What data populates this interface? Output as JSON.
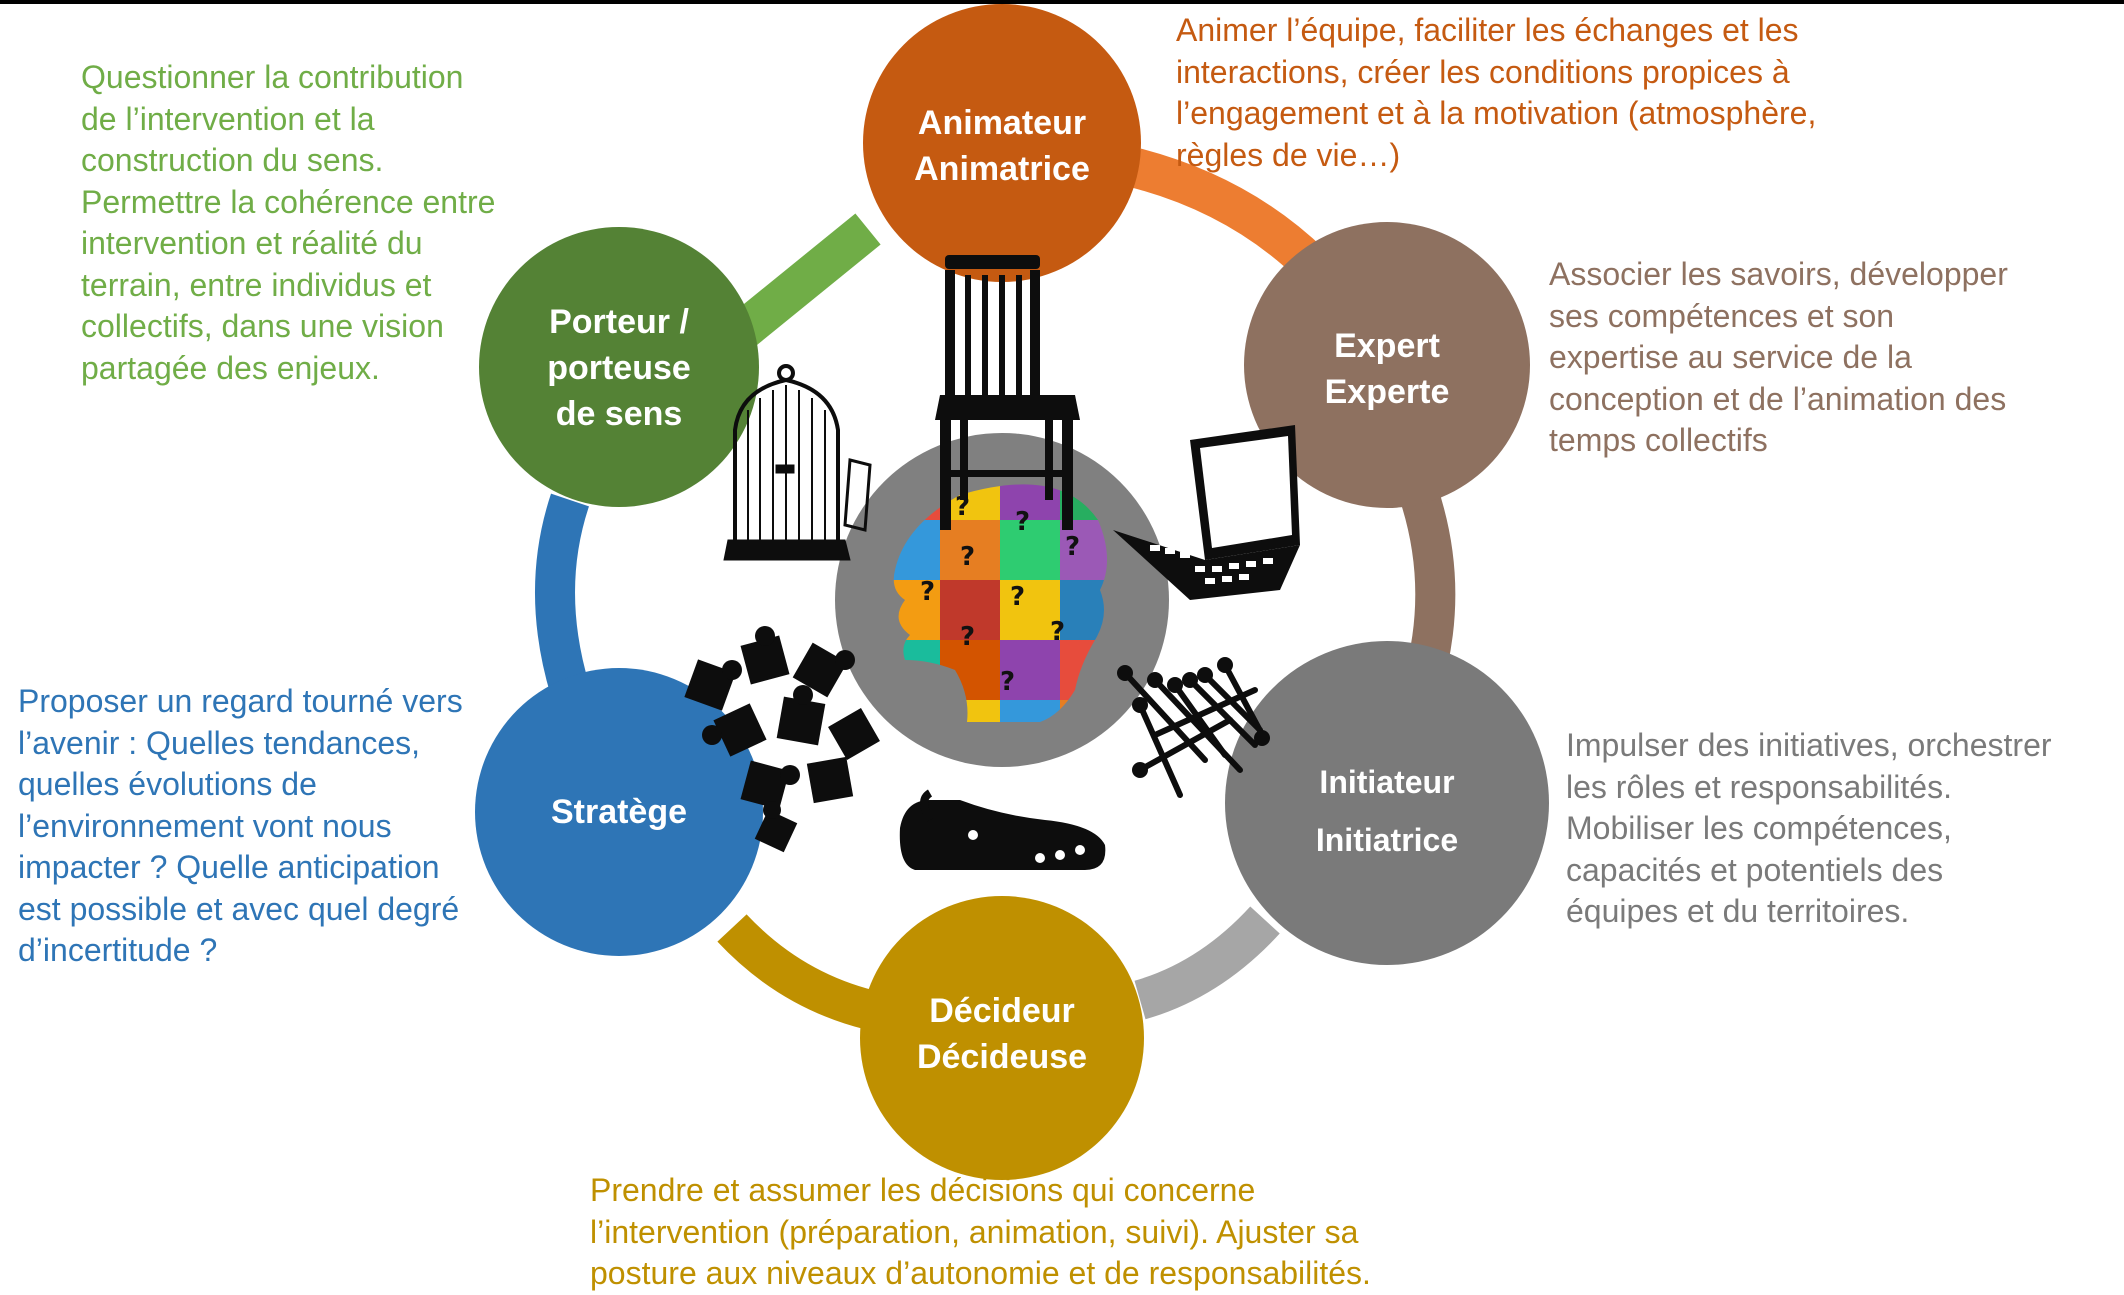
{
  "colors": {
    "animateur": "#c55a11",
    "expert": "#8e7160",
    "initiateur": "#7a7a7a",
    "decideur": "#bf9000",
    "stratege": "#2e75b6",
    "porteur": "#548235",
    "center": "#808080",
    "arc_green": "#70ad47",
    "arc_orange": "#ed7d31",
    "arc_brown": "#8e7160",
    "arc_gray": "#a6a6a6",
    "arc_gold": "#bf9000",
    "arc_blue": "#2e75b6"
  },
  "roles": {
    "animateur": {
      "lines": [
        "Animateur",
        "Animatrice"
      ]
    },
    "expert": {
      "lines": [
        "Expert",
        "Experte"
      ]
    },
    "initiateur": {
      "lines": [
        "Initiateur",
        "Initiatrice"
      ]
    },
    "decideur": {
      "lines": [
        "Décideur",
        "Décideuse"
      ]
    },
    "stratege": {
      "lines": [
        "Stratège"
      ]
    },
    "porteur": {
      "lines": [
        "Porteur /",
        "porteuse",
        "de sens"
      ]
    }
  },
  "descriptions": {
    "animateur": [
      "Animer l’équipe, faciliter les échanges et les",
      "interactions, créer les conditions propices à",
      "l’engagement et à la motivation (atmosphère,",
      "règles de vie…)"
    ],
    "expert": [
      "Associer les savoirs, développer",
      "ses compétences et son",
      "expertise au service de la",
      "conception et de l’animation des",
      "temps collectifs"
    ],
    "initiateur": [
      "Impulser des initiatives, orchestrer",
      "les rôles et responsabilités.",
      "Mobiliser les compétences,",
      "capacités et potentiels des",
      "équipes et du territoires."
    ],
    "decideur": [
      "Prendre et assumer les décisions qui concerne",
      "l’intervention (préparation, animation, suivi). Ajuster sa",
      "posture aux niveaux d’autonomie et de responsabilités."
    ],
    "stratege": [
      "Proposer un regard tourné vers",
      "l’avenir : Quelles tendances,",
      "quelles évolutions de",
      "l’environnement vont nous",
      "impacter ? Quelle anticipation",
      "est possible et avec quel degré",
      "d’incertitude ?"
    ],
    "porteur": [
      "Questionner la contribution",
      "de l’intervention et la",
      "construction du sens.",
      "Permettre la cohérence entre",
      "intervention et réalité du",
      "terrain, entre individus et",
      "collectifs, dans une vision",
      "partagée des enjeux."
    ]
  },
  "icons": [
    "chair-icon",
    "laptop-icon",
    "birdcage-icon",
    "puzzle-pieces-icon",
    "clog-shoe-icon",
    "screws-icon",
    "question-head-icon"
  ],
  "question_mark": "?"
}
